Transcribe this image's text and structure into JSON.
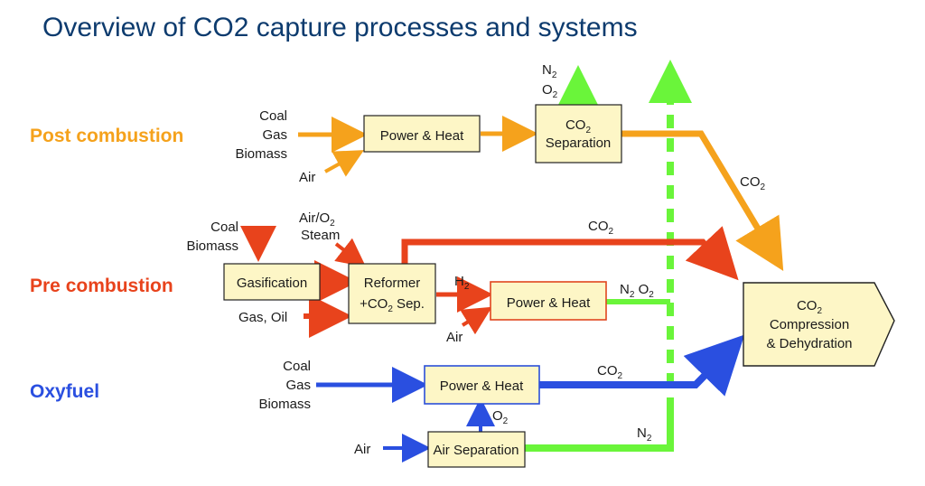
{
  "title": "Overview of CO2 capture processes and systems",
  "colors": {
    "orange": "#f5a21c",
    "red": "#e8431c",
    "blue": "#2a4fe0",
    "green": "#6af53a",
    "box_fill": "#fdf6c6",
    "title": "#0d3b6e"
  },
  "categories": {
    "post": "Post combustion",
    "pre": "Pre combustion",
    "oxy": "Oxyfuel"
  },
  "post": {
    "fuel_1": "Coal",
    "fuel_2": "Gas",
    "fuel_3": "Biomass",
    "air": "Air",
    "box_power_heat": "Power & Heat",
    "box_sep_line1": "CO",
    "box_sep_sub": "2",
    "box_sep_line2": "Separation",
    "vent_n": "N",
    "vent_n_sub": "2",
    "vent_o": "O",
    "vent_o_sub": "2",
    "co2": "CO",
    "co2_sub": "2"
  },
  "pre": {
    "fuel_1": "Coal",
    "fuel_2": "Biomass",
    "airo2": "Air/O",
    "airo2_sub": "2",
    "steam": "Steam",
    "box_gasification": "Gasification",
    "box_reformer_line1": "Reformer",
    "box_reformer_line2a": "+CO",
    "box_reformer_sub": "2",
    "box_reformer_line2b": " Sep.",
    "gas_oil": "Gas, Oil",
    "h2": "H",
    "h2_sub": "2",
    "box_power_heat": "Power & Heat",
    "air": "Air",
    "co2": "CO",
    "co2_sub": "2",
    "n2": "N",
    "n2_sub": "2",
    "o2": "O",
    "o2_sub": "2"
  },
  "oxy": {
    "fuel_1": "Coal",
    "fuel_2": "Gas",
    "fuel_3": "Biomass",
    "box_power_heat": "Power & Heat",
    "o2": "O",
    "o2_sub": "2",
    "air": "Air",
    "box_air_sep": "Air Separation",
    "co2": "CO",
    "co2_sub": "2",
    "n2": "N",
    "n2_sub": "2"
  },
  "final": {
    "line1": "CO",
    "line1_sub": "2",
    "line2": "Compression",
    "line3": "& Dehydration"
  }
}
